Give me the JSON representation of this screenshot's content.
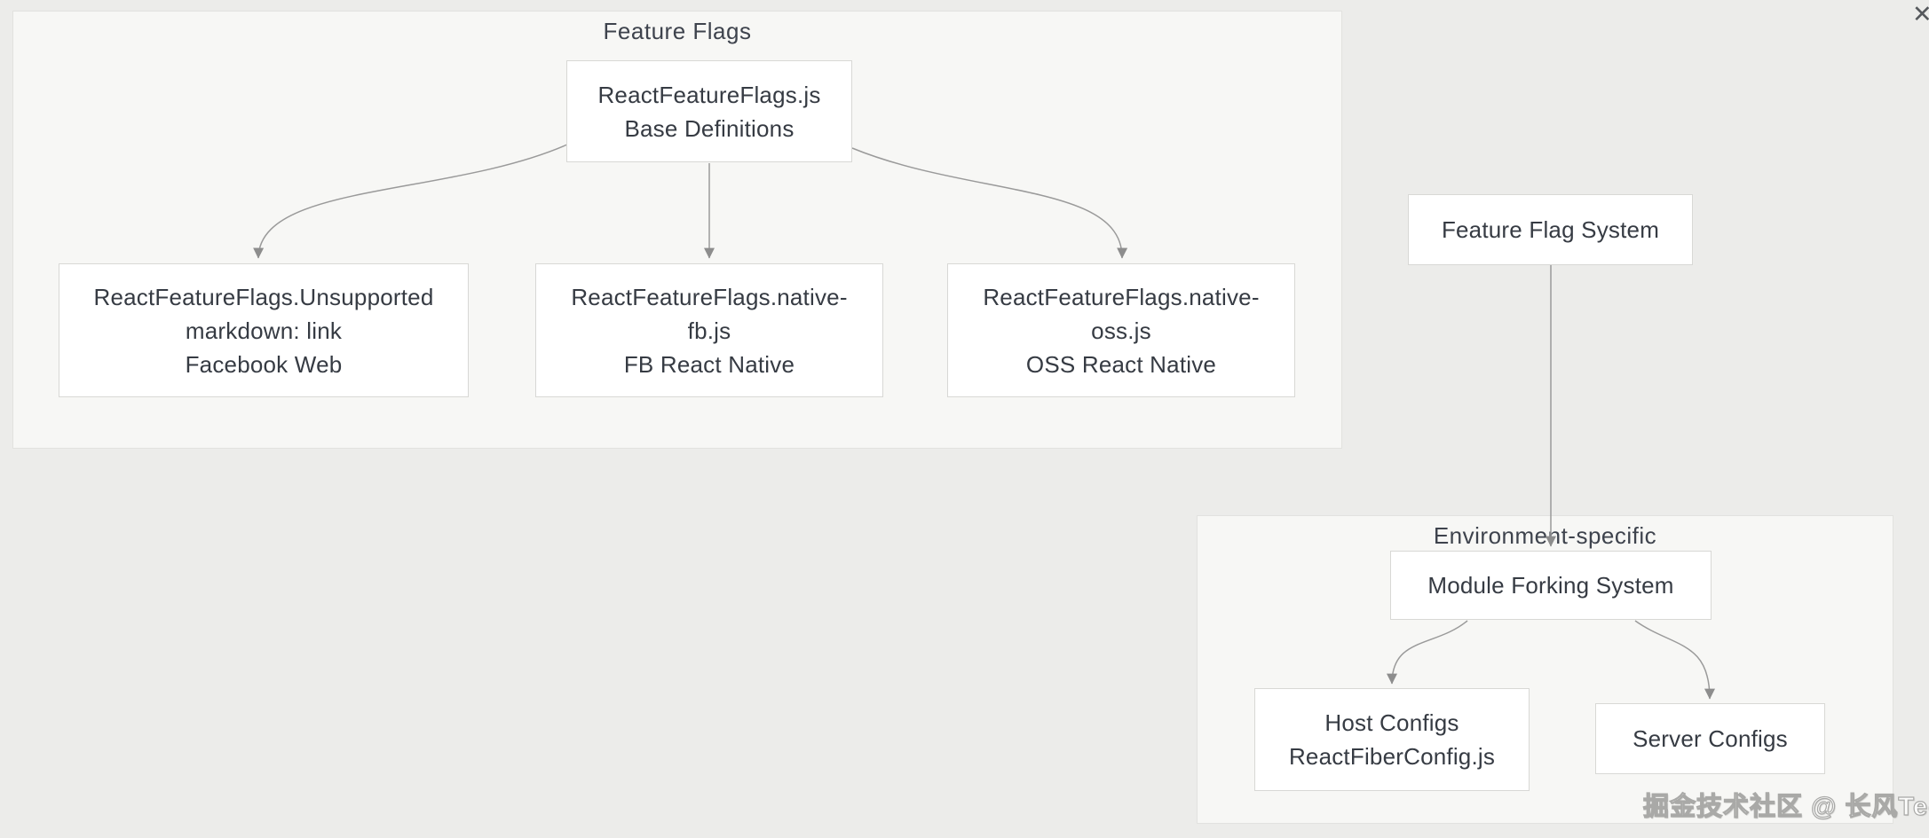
{
  "page": {
    "watermark": "掘金技术社区 @ 长风Tech",
    "close_button": "✕"
  },
  "colors": {
    "page_background": "#ececea",
    "cluster_fill": "#f7f7f5",
    "cluster_border": "#e2e2df",
    "node_fill": "#ffffff",
    "node_border": "#d8d8d5",
    "edge_line": "#9a9a9a",
    "arrowhead": "#8d8d8d",
    "text": "#363b43"
  },
  "clusters": {
    "feature_flags": {
      "title": "Feature Flags"
    },
    "environment_specific": {
      "title": "Environment-specific"
    }
  },
  "nodes": {
    "base": {
      "line1": "ReactFeatureFlags.js",
      "line2": "Base Definitions"
    },
    "www": {
      "line1": "ReactFeatureFlags.Unsupported",
      "line2": "markdown: link",
      "line3": "Facebook Web"
    },
    "native_fb": {
      "line1": "ReactFeatureFlags.native-",
      "line2": "fb.js",
      "line3": "FB React Native"
    },
    "native_oss": {
      "line1": "ReactFeatureFlags.native-",
      "line2": "oss.js",
      "line3": "OSS React Native"
    },
    "feature_flag_system": {
      "line1": "Feature Flag System"
    },
    "module_forking_system": {
      "line1": "Module Forking System"
    },
    "host_configs": {
      "line1": "Host Configs",
      "line2": "ReactFiberConfig.js"
    },
    "server_configs": {
      "line1": "Server Configs"
    }
  }
}
